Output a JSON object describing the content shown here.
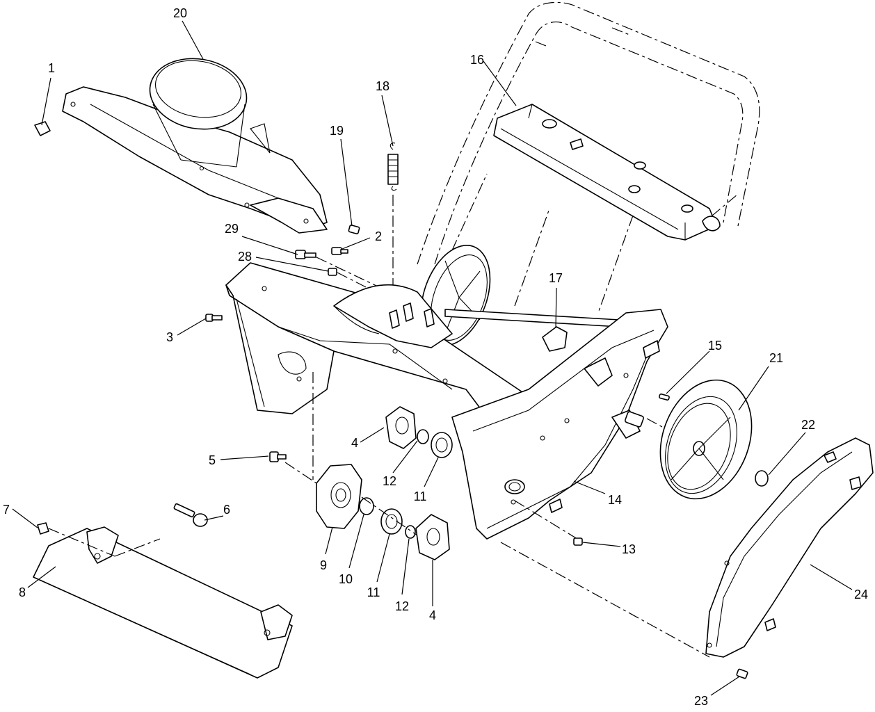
{
  "diagram": {
    "labels": [
      {
        "id": "1",
        "text": "1"
      },
      {
        "id": "2",
        "text": "2"
      },
      {
        "id": "3",
        "text": "3"
      },
      {
        "id": "4a",
        "text": "4"
      },
      {
        "id": "4b",
        "text": "4"
      },
      {
        "id": "5",
        "text": "5"
      },
      {
        "id": "6",
        "text": "6"
      },
      {
        "id": "7",
        "text": "7"
      },
      {
        "id": "8",
        "text": "8"
      },
      {
        "id": "9",
        "text": "9"
      },
      {
        "id": "10",
        "text": "10"
      },
      {
        "id": "11a",
        "text": "11"
      },
      {
        "id": "11b",
        "text": "11"
      },
      {
        "id": "12a",
        "text": "12"
      },
      {
        "id": "12b",
        "text": "12"
      },
      {
        "id": "13",
        "text": "13"
      },
      {
        "id": "14",
        "text": "14"
      },
      {
        "id": "15",
        "text": "15"
      },
      {
        "id": "16",
        "text": "16"
      },
      {
        "id": "17",
        "text": "17"
      },
      {
        "id": "18",
        "text": "18"
      },
      {
        "id": "19",
        "text": "19"
      },
      {
        "id": "20",
        "text": "20"
      },
      {
        "id": "21",
        "text": "21"
      },
      {
        "id": "22",
        "text": "22"
      },
      {
        "id": "23",
        "text": "23"
      },
      {
        "id": "24",
        "text": "24"
      },
      {
        "id": "28",
        "text": "28"
      },
      {
        "id": "29",
        "text": "29"
      }
    ]
  }
}
